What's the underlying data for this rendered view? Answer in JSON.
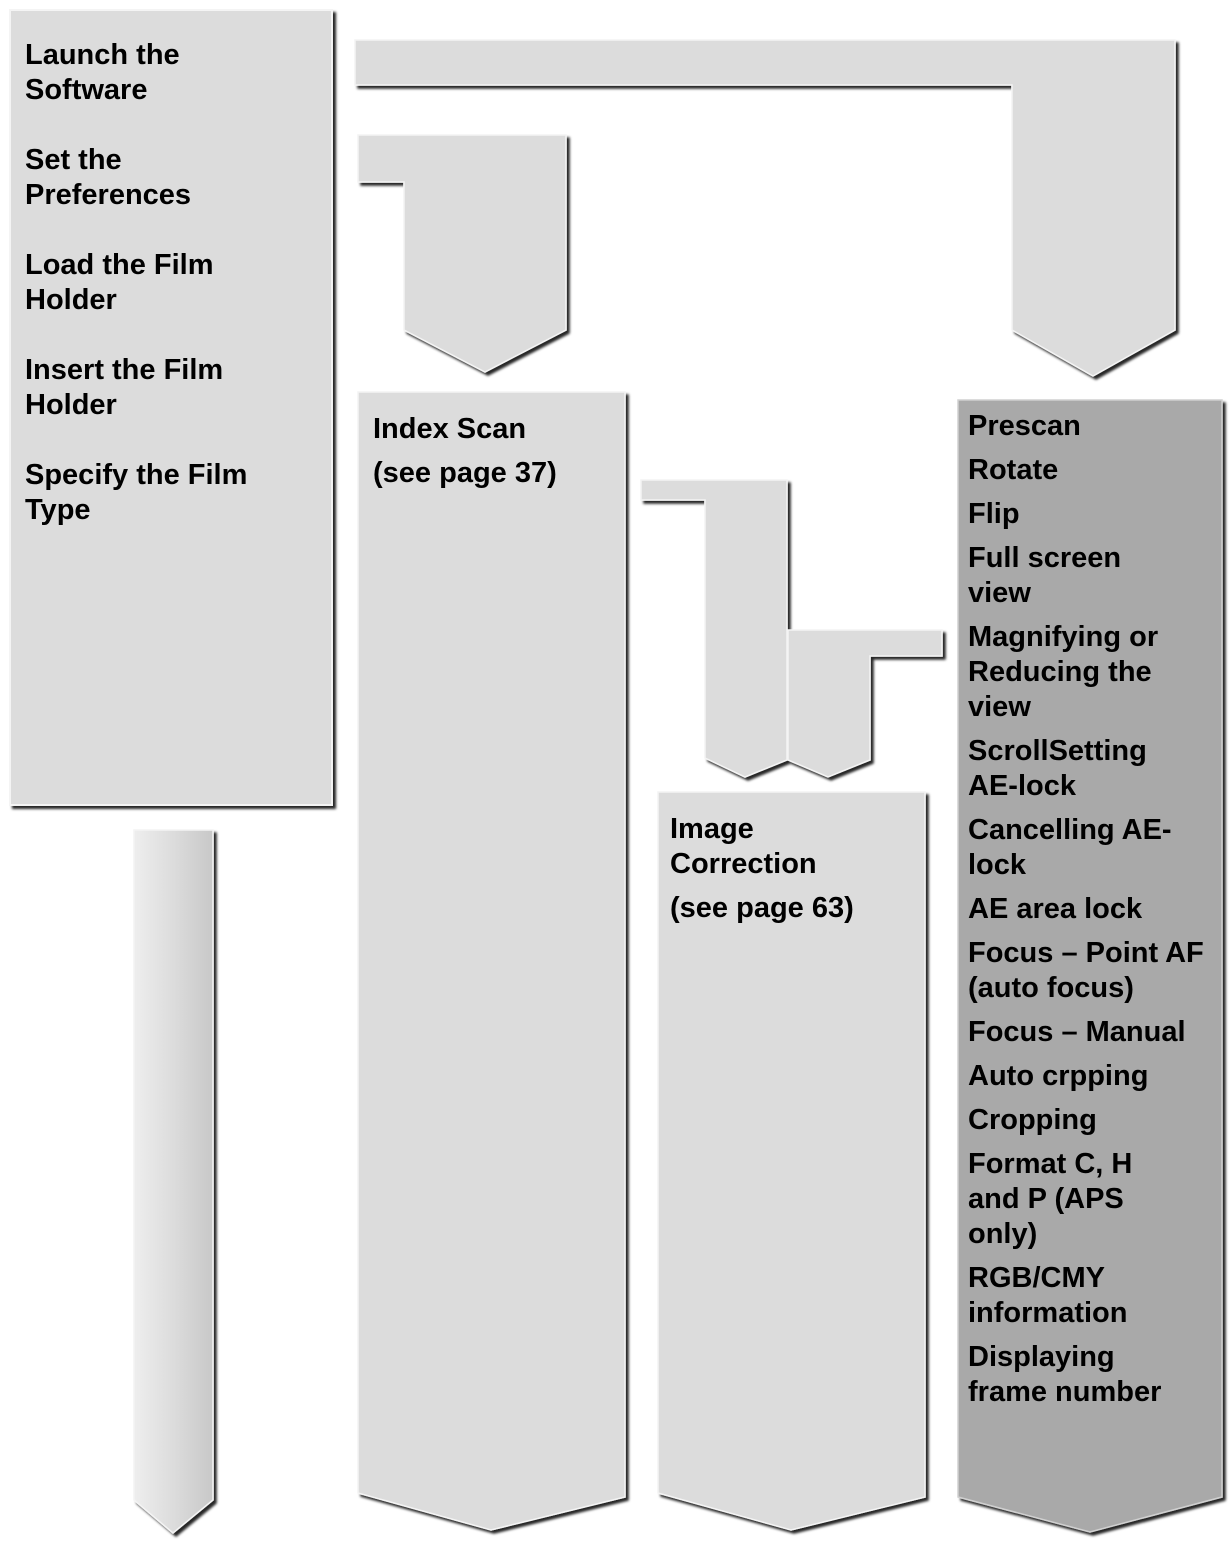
{
  "steps": [
    {
      "label": "Launch the Software"
    },
    {
      "label": "Set the Preferences"
    },
    {
      "label": "Load the Film Holder"
    },
    {
      "label": "Insert the Film Holder"
    },
    {
      "label": "Specify the Film Type"
    }
  ],
  "index_scan": {
    "title": "Index Scan",
    "page_ref": "(see page 37)"
  },
  "image_correction": {
    "title": "Image Correction",
    "page_ref": "(see page 63)"
  },
  "prescan_features": [
    "Prescan",
    "Rotate",
    "Flip",
    "Full screen view",
    "Magnifying or Reducing the view",
    "ScrollSetting AE-lock",
    "Cancelling AE-lock",
    "AE area lock",
    "Focus – Point AF (auto focus)",
    "Focus – Manual",
    "Auto crpping",
    "Cropping",
    "Format C, H and P (APS only)",
    "RGB/CMY information",
    "Displaying frame number"
  ],
  "colors": {
    "light_fill": "#dcdcdc",
    "dark_fill": "#a9a9a9",
    "edge": "#111111",
    "text": "#000000"
  }
}
